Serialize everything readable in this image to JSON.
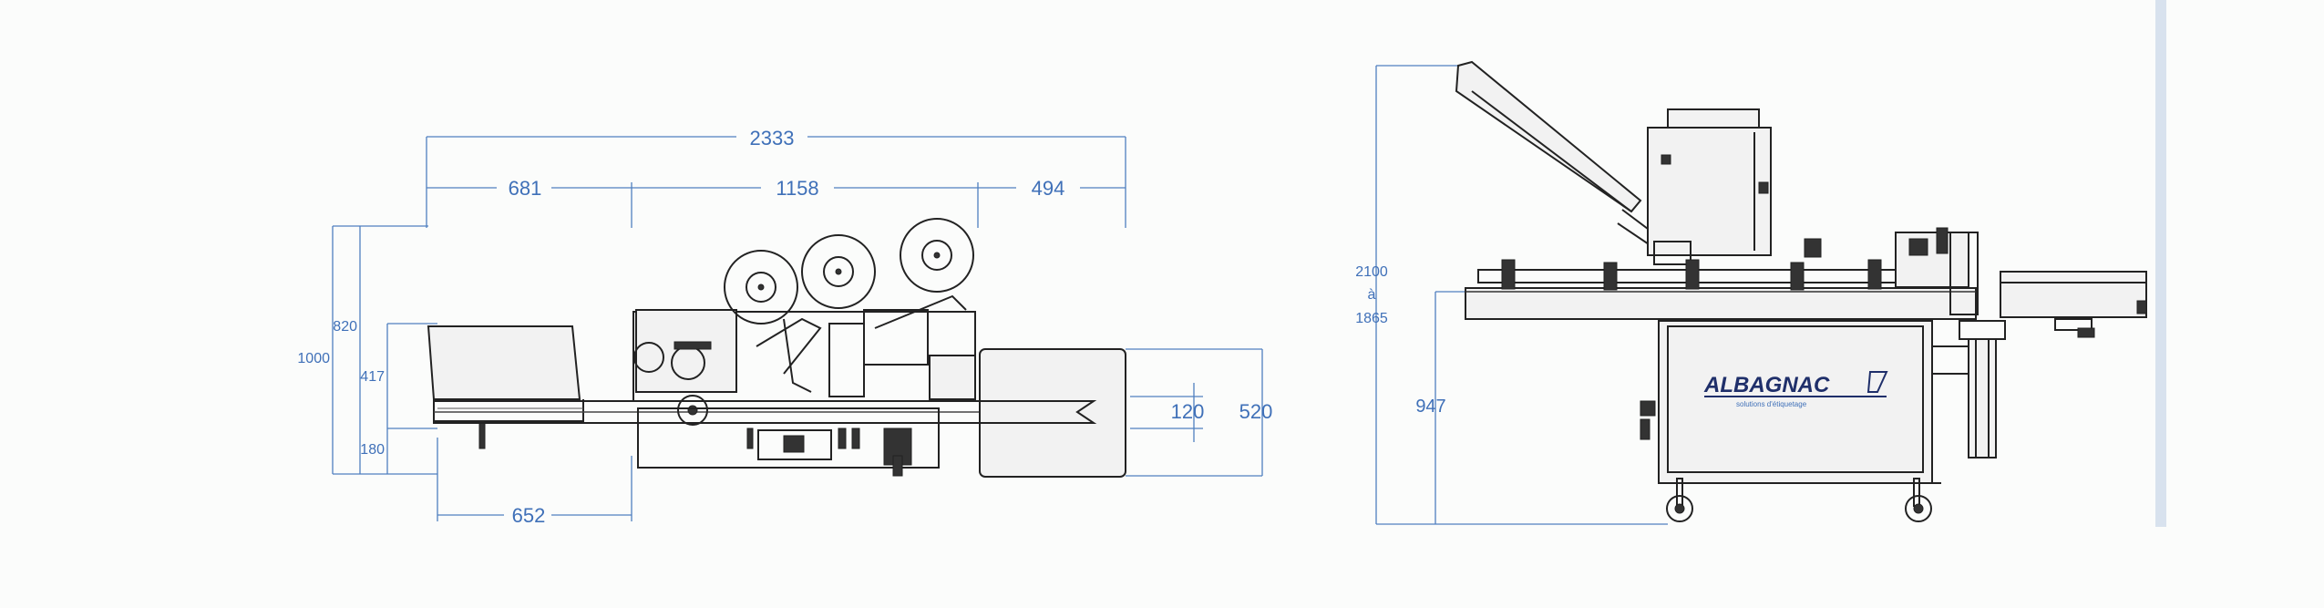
{
  "top_view": {
    "overall_width": "2333",
    "infeed_length": "681",
    "labeling_length": "1158",
    "outfeed_length": "494",
    "height_1000": "1000",
    "height_820": "820",
    "height_417": "417",
    "height_180": "180",
    "bottom_652": "652",
    "conveyor_120": "120",
    "conveyor_520": "520"
  },
  "side_view": {
    "height_max": "2100",
    "height_sep": "à",
    "height_min": "1865",
    "table_height": "947",
    "brand_logo": "ALBAGNAC",
    "brand_tagline": "solutions d'étiquetage"
  }
}
